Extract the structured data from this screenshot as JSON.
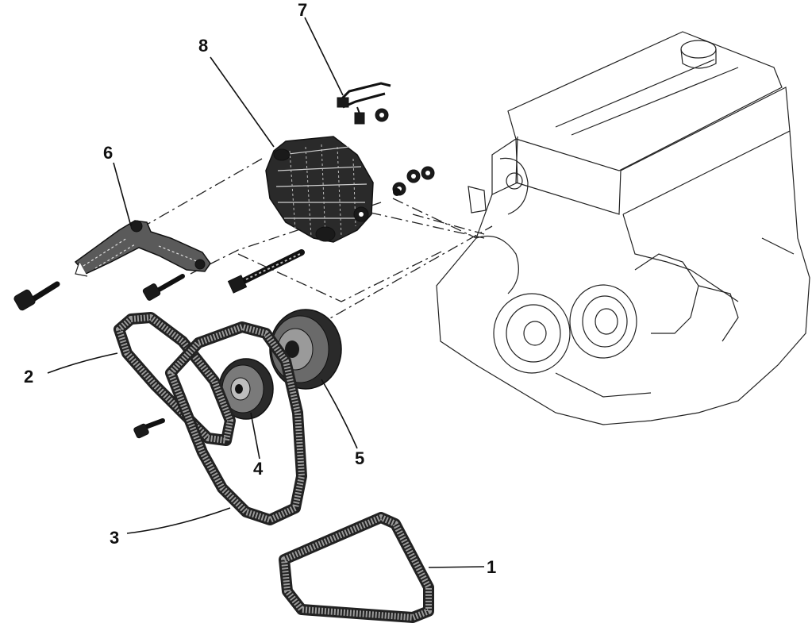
{
  "callouts": [
    {
      "id": "1",
      "label": "1"
    },
    {
      "id": "2",
      "label": "2"
    },
    {
      "id": "3",
      "label": "3"
    },
    {
      "id": "4",
      "label": "4"
    },
    {
      "id": "5",
      "label": "5"
    },
    {
      "id": "6",
      "label": "6"
    },
    {
      "id": "7",
      "label": "7"
    },
    {
      "id": "8",
      "label": "8"
    }
  ],
  "parts": [
    {
      "callout": "1",
      "icon": "v-belt-icon"
    },
    {
      "callout": "2",
      "icon": "v-belt-icon"
    },
    {
      "callout": "3",
      "icon": "v-belt-icon"
    },
    {
      "callout": "4",
      "icon": "pulley-icon"
    },
    {
      "callout": "5",
      "icon": "pulley-icon"
    },
    {
      "callout": "6",
      "icon": "bracket-icon"
    },
    {
      "callout": "7",
      "icon": "wiring-connector-icon"
    },
    {
      "callout": "8",
      "icon": "alternator-icon"
    }
  ],
  "colors": {
    "line": "#111111",
    "background": "#ffffff",
    "belt_fill": "#9a9a9a"
  }
}
